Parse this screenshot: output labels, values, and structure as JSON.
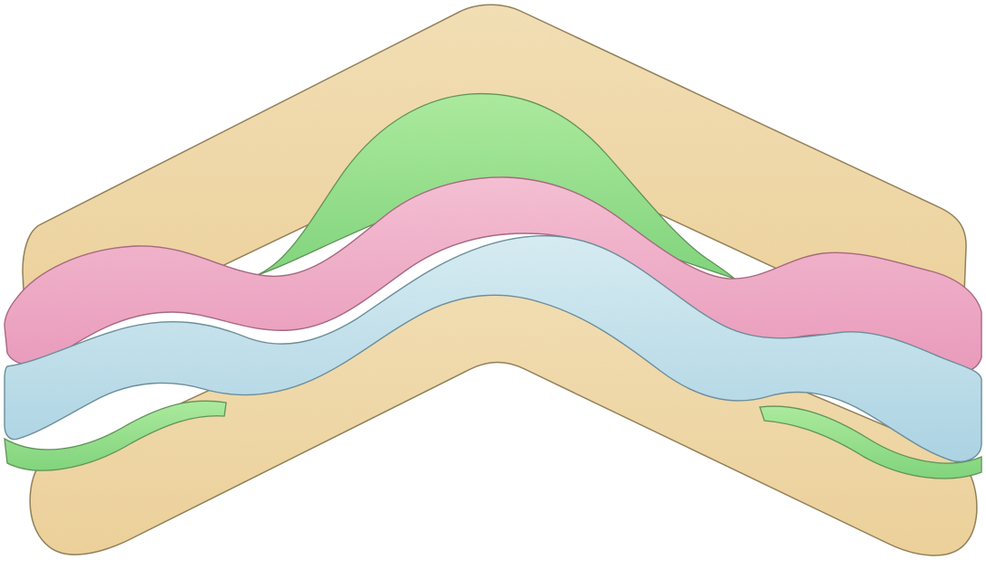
{
  "illustration": {
    "subject": "",
    "layers": [
      {
        "name": "bread-top",
        "color": "#f2d9a6"
      },
      {
        "name": "green-filling",
        "color": "#8fe08a"
      },
      {
        "name": "pink-filling",
        "color": "#f2a6c8"
      },
      {
        "name": "blue-filling",
        "color": "#bfe3f2"
      },
      {
        "name": "bread-bottom",
        "color": "#f2d9a6"
      }
    ],
    "colors": {
      "bread": "#f3dbab",
      "bread_shade": "#e8c98e",
      "green": "#8de38a",
      "green_shade": "#6fcf74",
      "pink": "#f4a9c9",
      "pink_shade": "#e58fb4",
      "blue": "#c3e6f3",
      "blue_shade": "#9fd1e6",
      "outline": "#8a7a5a"
    }
  }
}
